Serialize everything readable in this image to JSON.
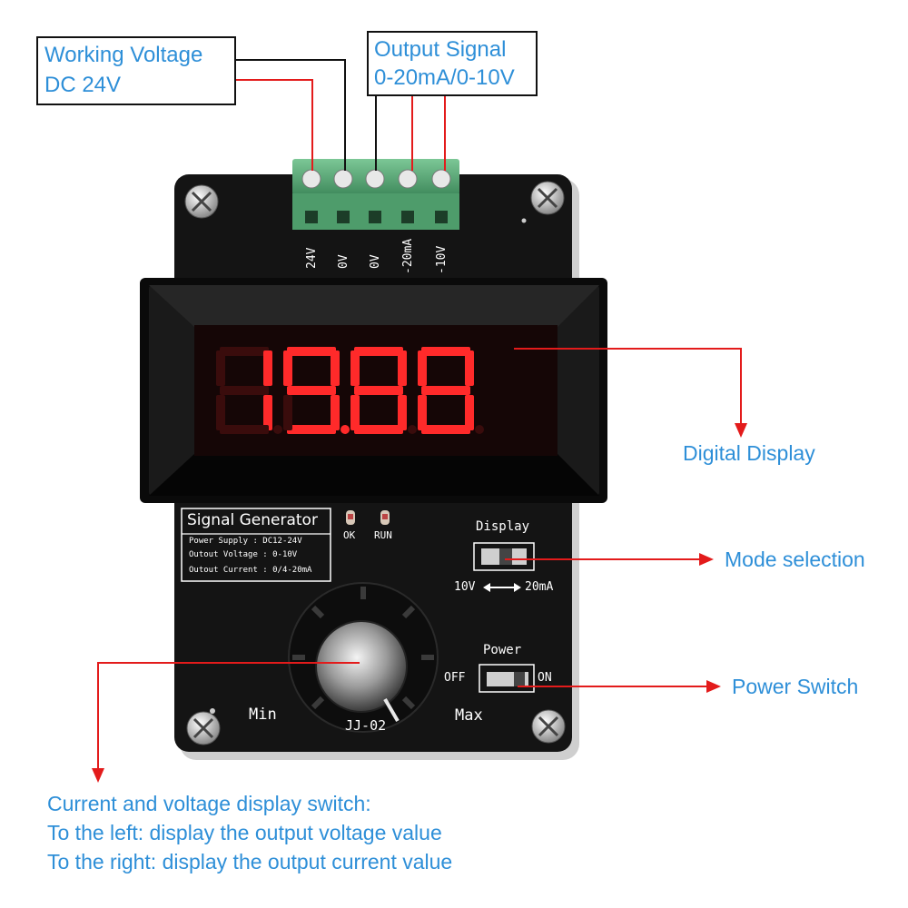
{
  "callouts": {
    "working_voltage": {
      "line1": "Working Voltage",
      "line2": "DC 24V"
    },
    "output_signal": {
      "line1": "Output Signal",
      "line2": "0-20mA/0-10V"
    },
    "digital_display": "Digital Display",
    "mode_selection": "Mode selection",
    "power_switch": "Power Switch"
  },
  "bottom_text": [
    "Current and voltage display switch:",
    "To the left: display the output voltage value",
    "To the right: display the output current value"
  ],
  "device": {
    "display_value": "19.88",
    "terminals": [
      "24V",
      "0V",
      "0V",
      "-20mA",
      "-10V"
    ],
    "board_title": "Signal Generator",
    "specs": [
      "Power Supply : DC12-24V",
      "Outout Voltage : 0-10V",
      "Outout Current : 0/4-20mA"
    ],
    "led_ok": "OK",
    "led_run": "RUN",
    "display_switch_label": "Display",
    "display_switch_left": "10V",
    "display_switch_right": "20mA",
    "power_label": "Power",
    "power_off": "OFF",
    "power_on": "ON",
    "knob_min": "Min",
    "knob_max": "Max",
    "model_partial": "JJ-02"
  },
  "colors": {
    "callout_text": "#2e8fd8",
    "arrow": "#e31b1b",
    "led_digit": "#ff2a2a",
    "board": "#141414",
    "terminal_block": "#5fae7c"
  }
}
